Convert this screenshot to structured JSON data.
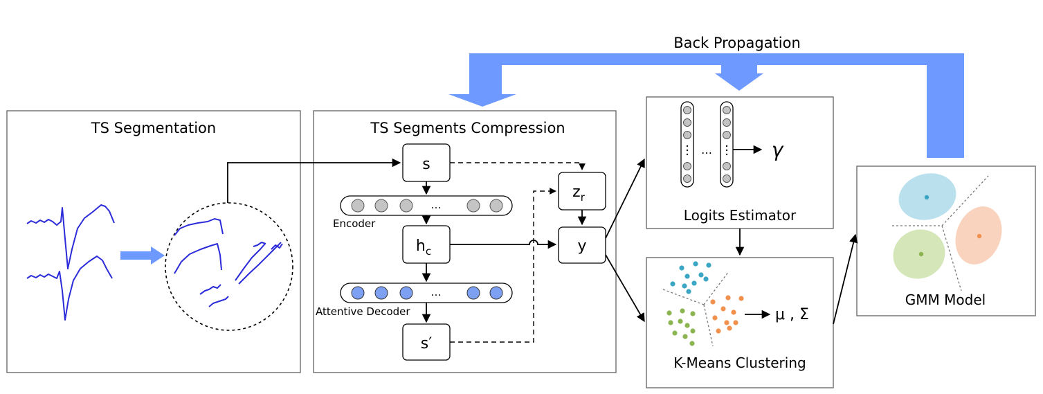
{
  "back_propagation_label": "Back Propagation",
  "panels": {
    "segmentation": {
      "title": "TS Segmentation"
    },
    "compression": {
      "title": "TS Segments Compression"
    },
    "logits": {
      "title": "Logits Estimator"
    },
    "kmeans": {
      "title": "K-Means Clustering"
    },
    "gmm": {
      "title": "GMM Model"
    }
  },
  "nodes": {
    "s": "s",
    "hc": "h",
    "hc_sub": "c",
    "s_prime": "s′",
    "zr": "z",
    "zr_sub": "r",
    "y": "y"
  },
  "labels": {
    "encoder": "Encoder",
    "attentive_decoder": "Attentive Decoder",
    "ellipsis": "…",
    "gamma": "γ",
    "mu_sigma": "μ , Σ"
  },
  "colors": {
    "back_propagation": "#6e9aff",
    "waveform": "#2b2bd9",
    "encoder_unit": "#c4c4c4",
    "decoder_unit": "#7ea0f2",
    "cluster_blue": "#3aa6c4",
    "cluster_orange": "#f2914e",
    "cluster_green": "#8cb552"
  }
}
